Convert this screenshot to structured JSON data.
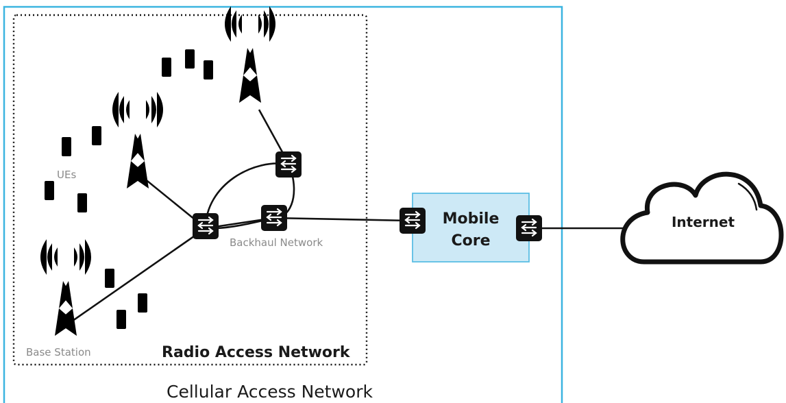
{
  "labels": {
    "cellular_access_network": "Cellular Access Network",
    "radio_access_network": "Radio Access Network",
    "base_station": "Base Station",
    "ues": "UEs",
    "backhaul_network": "Backhaul Network",
    "mobile_core_line1": "Mobile",
    "mobile_core_line2": "Core",
    "internet": "Internet"
  },
  "colors": {
    "cellular_border": "#3bb4e0",
    "mobile_core_fill": "#cde9f6",
    "mobile_core_border": "#5bbde4",
    "switch_fill": "#111111",
    "line": "#111111",
    "light_text": "#8a8a8a"
  },
  "icons": {
    "tower": "cell-tower-icon",
    "ue": "smartphone-icon",
    "switch": "network-switch-icon",
    "cloud": "cloud-icon"
  }
}
